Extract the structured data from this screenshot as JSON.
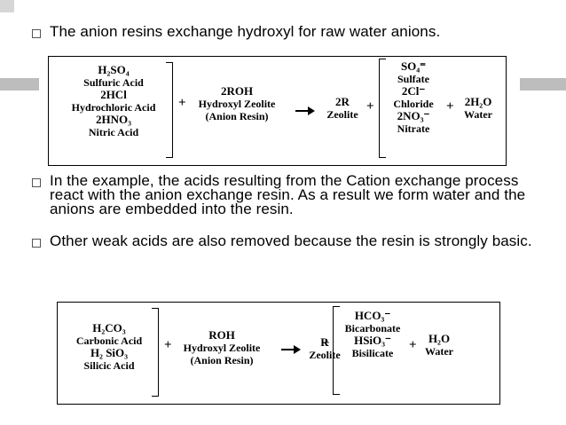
{
  "bullets": [
    "The anion resins exchange hydroxyl for raw water anions.",
    "In the example, the acids resulting from the Cation exchange process react with the anion exchange resin. As a result we form water and the anions are embedded into the resin.",
    "Other weak acids are also removed because the resin is strongly basic."
  ],
  "equation1": {
    "reactants": [
      "H₂SO₄",
      "Sulfuric Acid",
      "2HCl",
      "Hydrochloric Acid",
      "2HNO₃",
      "Nitric Acid"
    ],
    "plus1": "+",
    "resin": [
      "2ROH",
      "Hydroxyl Zeolite",
      "(Anion Resin)"
    ],
    "zeolite": [
      "2R",
      "Zeolite"
    ],
    "plus2": "+",
    "anions": [
      "SO₄⁼",
      "Sulfate",
      "2Cl⁻",
      "Chloride",
      "2NO₃⁻",
      "Nitrate"
    ],
    "plus3": "+",
    "water": [
      "2H₂O",
      "Water"
    ]
  },
  "equation2": {
    "reactants": [
      "H₂CO₃",
      "Carbonic Acid",
      "H₂ SiO₃",
      "Silicic Acid"
    ],
    "plus1": "+",
    "resin": [
      "ROH",
      "Hydroxyl Zeolite",
      "(Anion Resin)"
    ],
    "zeolite": [
      "R",
      "Zeolite"
    ],
    "plus2": "+",
    "anions": [
      "HCO₃⁻",
      "Bicarbonate",
      "HSiO₃⁻",
      "Bisilicate"
    ],
    "plus3": "+",
    "water": [
      "H₂O",
      "Water"
    ]
  },
  "colors": {
    "decor_bar": "#bdbdbd",
    "bullet_box": "#555555"
  }
}
